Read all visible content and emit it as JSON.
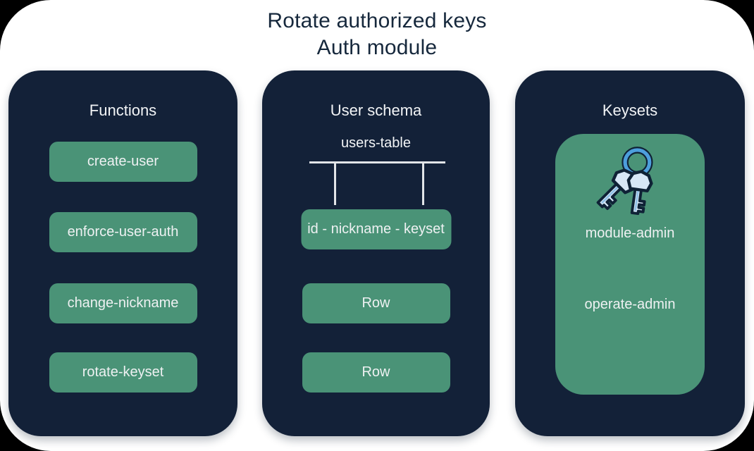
{
  "title": {
    "line1": "Rotate authorized keys",
    "line2": "Auth module"
  },
  "panels": {
    "functions": {
      "title": "Functions",
      "buttons": [
        "create-user",
        "enforce-user-auth",
        "change-nickname",
        "rotate-keyset"
      ]
    },
    "user_schema": {
      "title": "User schema",
      "table_name": "users-table",
      "columns_label": "id - nickname - keyset",
      "rows": [
        "Row",
        "Row"
      ]
    },
    "keysets": {
      "title": "Keysets",
      "icon": "keys-icon",
      "items": [
        "module-admin",
        "operate-admin"
      ]
    }
  },
  "colors": {
    "background": "#ffffff",
    "outside": "#000000",
    "panel_navy": "#132138",
    "node_green": "#4a9377",
    "title_text": "#16283c",
    "light_text": "#eef1f2",
    "table_line": "#e2e5e8",
    "key_ring_blue": "#4d9fdc",
    "key_fill_blue": "#d7e7f6"
  }
}
